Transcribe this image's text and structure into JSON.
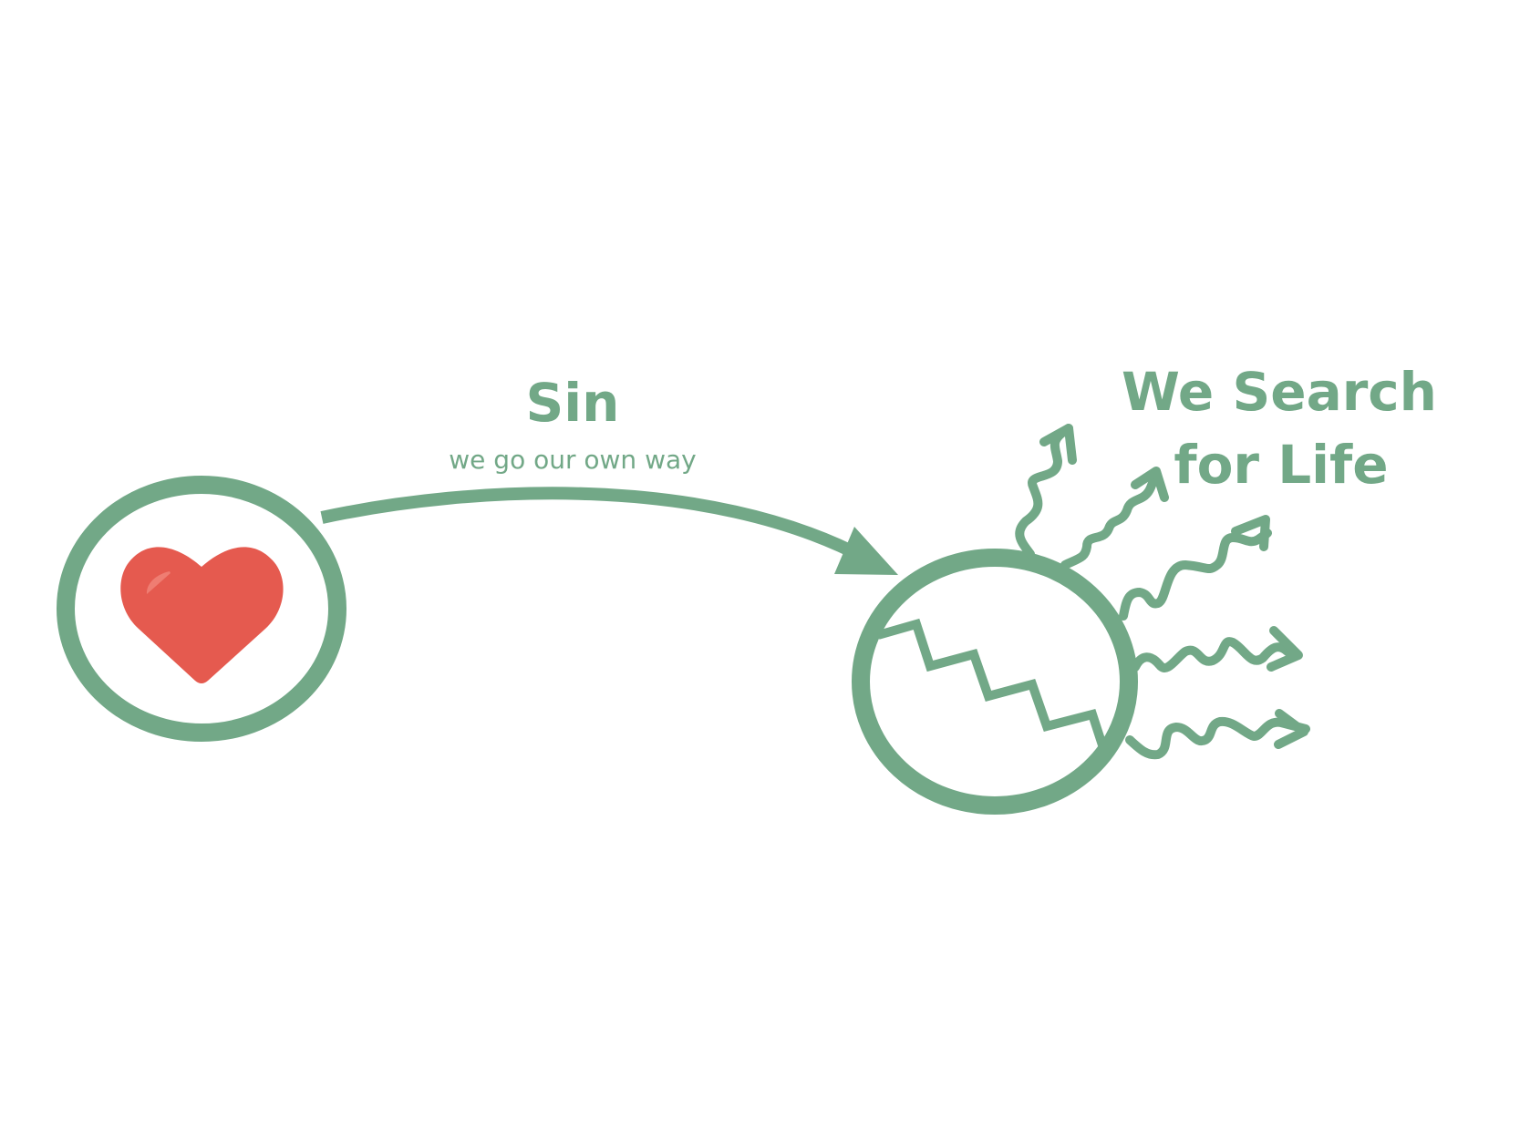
{
  "diagram": {
    "sin_label": "Sin",
    "sin_subtitle": "we go our own way",
    "search_label_line1": "We Search",
    "search_label_line2": "for Life"
  },
  "colors": {
    "stroke": "#72a887",
    "heart": "#e55a4f",
    "heart_highlight": "#ef7d72",
    "background": "#ffffff"
  },
  "icons": [
    "heart-icon",
    "broken-circle-icon",
    "squiggly-arrow-icon"
  ]
}
